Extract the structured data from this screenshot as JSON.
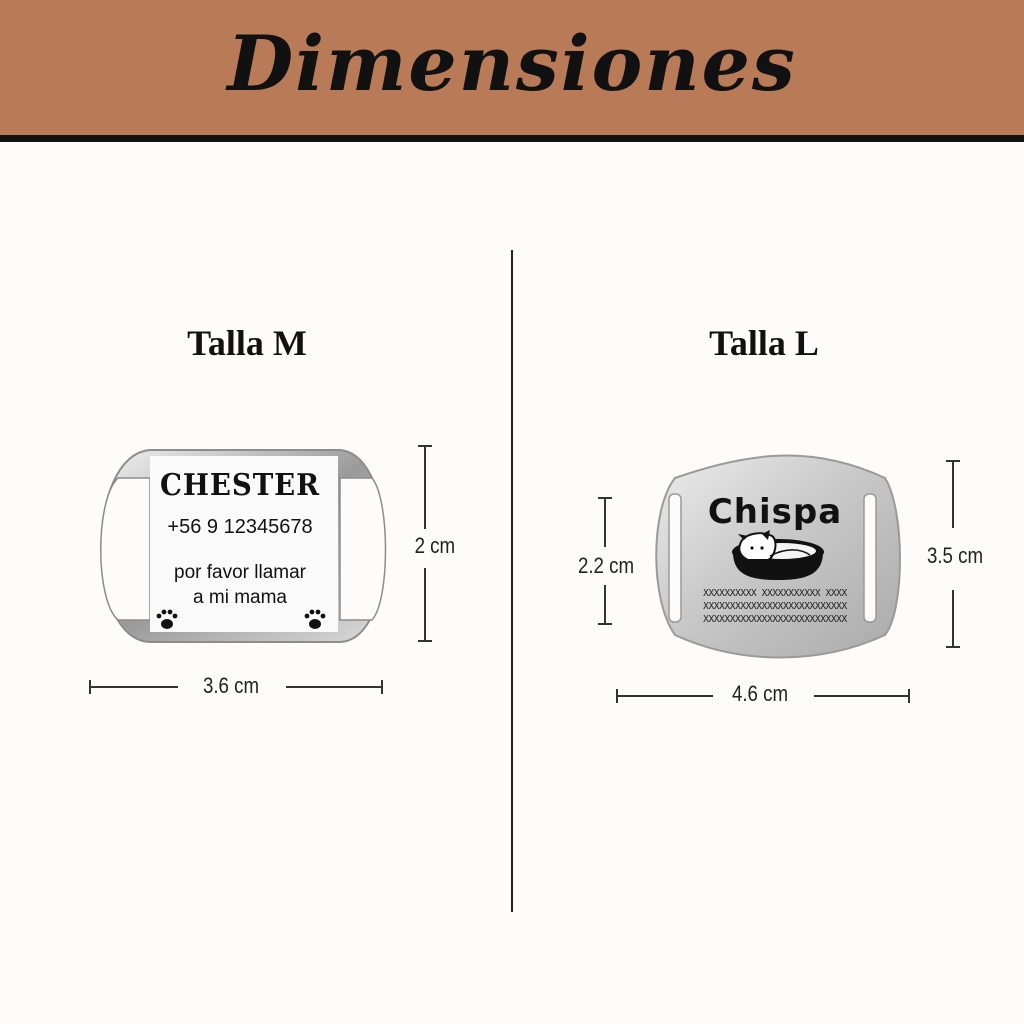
{
  "header": {
    "title": "Dimensiones"
  },
  "sizes": {
    "m": {
      "label": "Talla M",
      "width_label": "3.6 cm",
      "height_label": "2 cm",
      "tag": {
        "name": "CHESTER",
        "phone": "+56 9 12345678",
        "message_line1": "por favor llamar",
        "message_line2": "a mi mama"
      }
    },
    "l": {
      "label": "Talla L",
      "width_label": "4.6 cm",
      "height_label": "3.5 cm",
      "inner_height_label": "2.2 cm",
      "tag": {
        "name": "Chispa",
        "line1": "XXXXXXXXXX XXXXXXXXXXX XXXX",
        "line2": "XXXXXXXXXXXXXXXXXXXXXXXXXXX",
        "line3": "XXXXXXXXXXXXXXXXXXXXXXXXXXX"
      }
    }
  },
  "colors": {
    "banner": "#b87a57",
    "text": "#111111"
  }
}
